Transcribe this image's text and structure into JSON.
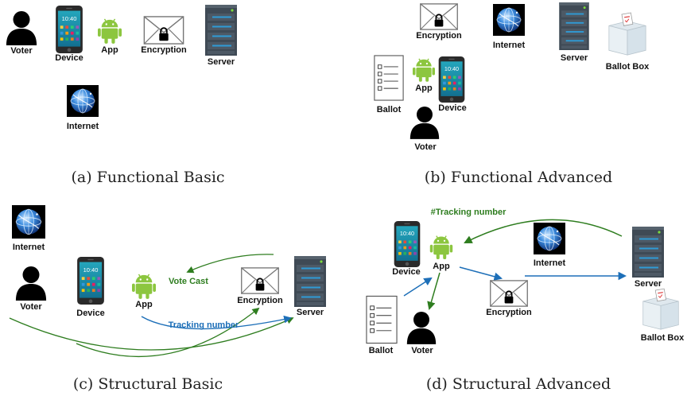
{
  "captions": {
    "a": "(a) Functional Basic",
    "b": "(b) Functional Advanced",
    "c": "(c) Structural Basic",
    "d": "(d) Structural Advanced"
  },
  "labels": {
    "voter": "Voter",
    "device": "Device",
    "app": "App",
    "encryption": "Encryption",
    "server": "Server",
    "internet": "Internet",
    "ballot": "Ballot",
    "ballot_box": "Ballot Box"
  },
  "arrows": {
    "vote_cast": "Vote Cast",
    "tracking_number": "Tracking number",
    "hash_tracking_number": "#Tracking number"
  },
  "colors": {
    "green_arrow": "#2e7d1f",
    "blue_arrow": "#1d6fb8",
    "android": "#8cc63f",
    "server": "#3f4a55",
    "server_bar": "#2f9bd6"
  }
}
